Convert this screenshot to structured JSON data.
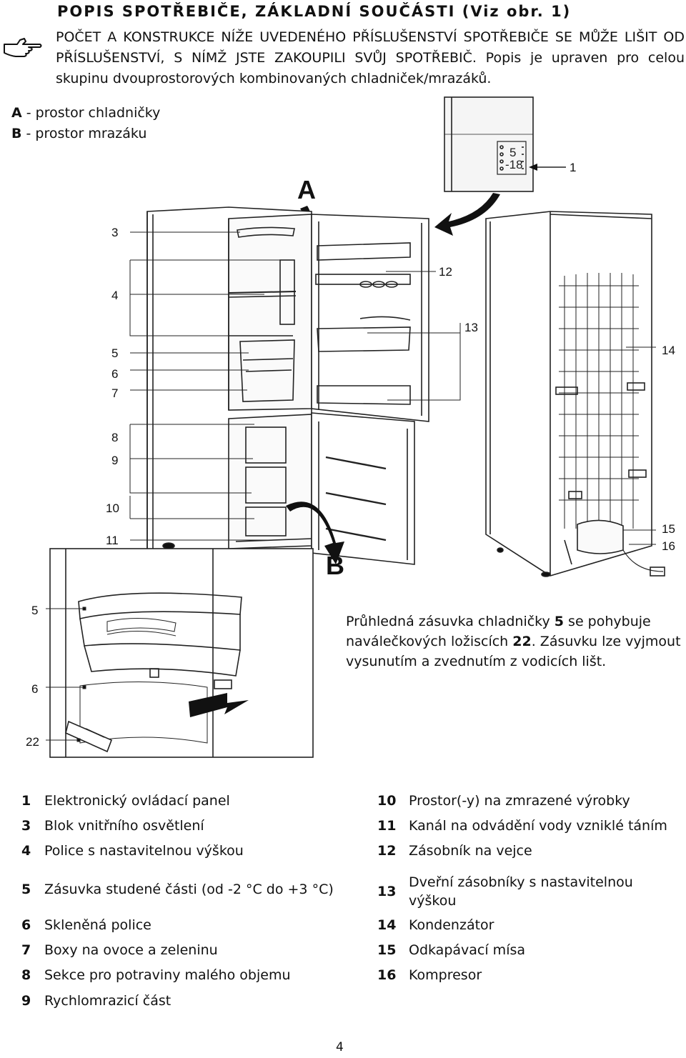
{
  "header": {
    "title": "POPIS SPOTŘEBIČE, ZÁKLADNÍ SOUČÁSTI (Viz obr. 1)",
    "notice_caps": "POČET A KONSTRUKCE NÍŽE UVEDENÉHO PŘÍSLUŠENSTVÍ SPOTŘEBIČE SE MŮŽE LIŠIT OD PŘÍSLUŠENSTVÍ, S NÍMŽ JSTE ZAKOUPILI SVŮJ SPOTŘEBIČ.",
    "notice_rest": " Popis je upraven pro celou skupinu dvouprostorových kombinovaných chladniček/mrazáků."
  },
  "compartments": [
    {
      "key": "A",
      "text": " - prostor chladničky"
    },
    {
      "key": "B",
      "text": " - prostor mrazáku"
    }
  ],
  "diagram": {
    "letter_a": "A",
    "letter_b": "B",
    "callouts": {
      "c1": "1",
      "c3": "3",
      "c4": "4",
      "c5": "5",
      "c6": "6",
      "c7": "7",
      "c8": "8",
      "c9": "9",
      "c10": "10",
      "c11": "11",
      "c12": "12",
      "c13": "13",
      "c14": "14",
      "c15": "15",
      "c16": "16",
      "d5": "5",
      "d6": "6",
      "d22": "22"
    },
    "display_digits_top": "5",
    "display_digits_bottom": "-18"
  },
  "drawer_description": {
    "p1": "Průhledná zásuvka chladničky ",
    "n5": "5",
    "p2": " se pohybuje naválečkových ložiscích ",
    "n22": "22",
    "p3": ". Zásuvku lze vyjmout vysunutím a zvednutím z vodicích lišt."
  },
  "legend_left": [
    {
      "num": "1",
      "text": "Elektronický ovládací panel"
    },
    {
      "num": "3",
      "text": "Blok vnitřního osvětlení"
    },
    {
      "num": "4",
      "text": "Police s nastavitelnou výškou"
    },
    {
      "num": "5",
      "text": "Zásuvka studené části (od -2 °C do +3 °C)"
    },
    {
      "num": "6",
      "text": "Skleněná police"
    },
    {
      "num": "7",
      "text": "Boxy na ovoce a zeleninu"
    },
    {
      "num": "8",
      "text": "Sekce pro potraviny malého objemu"
    },
    {
      "num": "9",
      "text": "Rychlomrazicí část"
    }
  ],
  "legend_right": [
    {
      "num": "10",
      "text": "Prostor(-y) na zmrazené výrobky"
    },
    {
      "num": "11",
      "text": "Kanál na odvádění vody vzniklé táním"
    },
    {
      "num": "12",
      "text": "Zásobník na vejce"
    },
    {
      "num": "13",
      "text": "Dveřní zásobníky s nastavitelnou výškou"
    },
    {
      "num": "14",
      "text": "Kondenzátor"
    },
    {
      "num": "15",
      "text": "Odkapávací mísa"
    },
    {
      "num": "16",
      "text": "Kompresor"
    }
  ],
  "page_number": "4"
}
